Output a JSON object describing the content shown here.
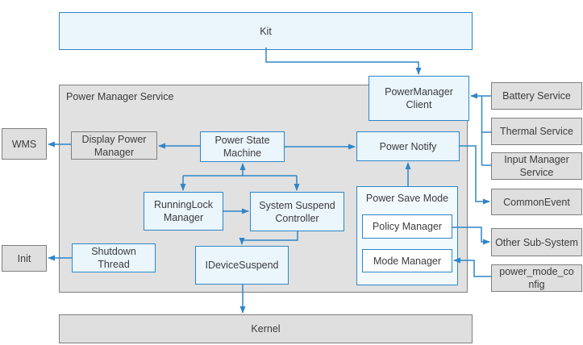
{
  "diagram_title": "Power Manager Service architecture diagram",
  "colors": {
    "accent_blue": "#2e86c8",
    "box_blue_fill": "#eaf5fc",
    "panel_blue_fill": "#f2f9fd",
    "white_fill": "#ffffff",
    "gray_fill": "#dfdfdf",
    "container_fill": "#e1e1e1",
    "gray_border": "#7f7f7f",
    "text": "#3c3c3c",
    "page_bg": "#ffffff"
  },
  "nodes": {
    "kit": {
      "label": "Kit"
    },
    "power_manager_service": {
      "label": "Power Manager Service"
    },
    "powermanager_client": {
      "label": "PowerManager Client"
    },
    "wms": {
      "label": "WMS"
    },
    "display_power_manager": {
      "label": "Display Power Manager"
    },
    "power_state_machine": {
      "label": "Power State Machine"
    },
    "power_notify": {
      "label": "Power Notify"
    },
    "runninglock_manager": {
      "label": "RunningLock Manager"
    },
    "system_suspend_controller": {
      "label": "System Suspend Controller"
    },
    "idevice_suspend": {
      "label": "IDeviceSuspend"
    },
    "shutdown_thread": {
      "label": "Shutdown Thread"
    },
    "init": {
      "label": "Init"
    },
    "power_save_mode": {
      "label": "Power Save Mode"
    },
    "policy_manager": {
      "label": "Policy Manager"
    },
    "mode_manager": {
      "label": "Mode Manager"
    },
    "battery_service": {
      "label": "Battery Service"
    },
    "thermal_service": {
      "label": "Thermal Service"
    },
    "input_manager_service": {
      "label": "Input Manager Service"
    },
    "common_event": {
      "label": "CommonEvent"
    },
    "other_sub_system": {
      "label": "Other Sub-System"
    },
    "power_mode_config": {
      "label": "power_mode_config"
    },
    "kernel": {
      "label": "Kernel"
    }
  },
  "edges": [
    {
      "from": "kit",
      "to": "powermanager_client"
    },
    {
      "from": "battery_service",
      "to": "powermanager_client"
    },
    {
      "from": "thermal_service",
      "to": "powermanager_client"
    },
    {
      "from": "input_manager_service",
      "to": "powermanager_client"
    },
    {
      "from": "power_state_machine",
      "to": "display_power_manager"
    },
    {
      "from": "display_power_manager",
      "to": "wms"
    },
    {
      "from": "power_state_machine",
      "to": "power_notify"
    },
    {
      "from": "power_state_machine",
      "to": "runninglock_manager",
      "bidirectional": true
    },
    {
      "from": "power_state_machine",
      "to": "system_suspend_controller",
      "bidirectional": true
    },
    {
      "from": "runninglock_manager",
      "to": "system_suspend_controller"
    },
    {
      "from": "system_suspend_controller",
      "to": "idevice_suspend"
    },
    {
      "from": "idevice_suspend",
      "to": "kernel"
    },
    {
      "from": "shutdown_thread",
      "to": "init"
    },
    {
      "from": "power_save_mode",
      "to": "power_notify"
    },
    {
      "from": "power_notify",
      "to": "common_event"
    },
    {
      "from": "policy_manager",
      "to": "other_sub_system"
    },
    {
      "from": "power_mode_config",
      "to": "mode_manager"
    }
  ]
}
